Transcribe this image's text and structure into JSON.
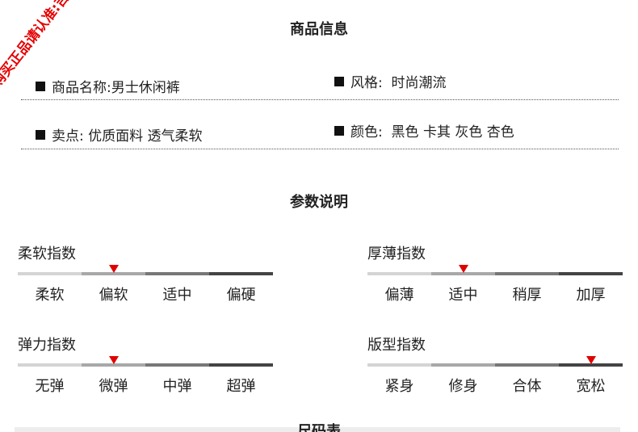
{
  "header": {
    "title": "商品信息"
  },
  "info": {
    "name_label": "商品名称:",
    "name_value": "男士休闲裤",
    "style_label": "风格:",
    "style_value": "时尚潮流",
    "selling_label": "卖点:",
    "selling_value": "优质面料 透气柔软",
    "color_label": "颜色:",
    "color_value": "黑色 卡其 灰色 杏色"
  },
  "params": {
    "title": "参数说明",
    "scales": [
      {
        "title": "柔软指数",
        "options": [
          "柔软",
          "偏软",
          "适中",
          "偏硬"
        ],
        "selected_index": 1
      },
      {
        "title": "厚薄指数",
        "options": [
          "偏薄",
          "适中",
          "稍厚",
          "加厚"
        ],
        "selected_index": 1
      },
      {
        "title": "弹力指数",
        "options": [
          "无弹",
          "微弹",
          "中弹",
          "超弹"
        ],
        "selected_index": 1
      },
      {
        "title": "版型指数",
        "options": [
          "紧身",
          "修身",
          "合体",
          "宽松"
        ],
        "selected_index": 3
      }
    ]
  },
  "watermark": {
    "text": "购买正品请认准:吉普智装专卖店"
  },
  "footer": {
    "partial_title": "尺码表"
  },
  "colors": {
    "marker": "#e00000",
    "watermark": "#e60000",
    "bar_segments": [
      "#d4d4d4",
      "#a8a8a8",
      "#777777",
      "#444444"
    ]
  }
}
